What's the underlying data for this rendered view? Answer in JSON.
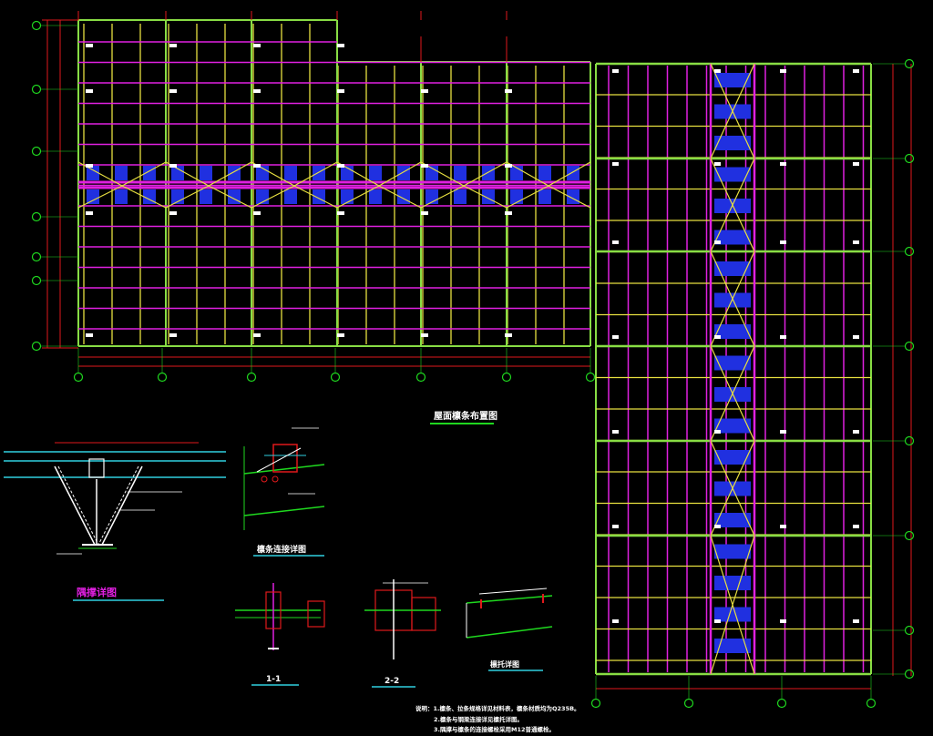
{
  "colors": {
    "background": "#000000",
    "axis_green": "#1fd81f",
    "dimension_red": "#e0191b",
    "purlin_magenta": "#e020e0",
    "rafter_yellow": "#e8e040",
    "beam_green": "#88dd44",
    "brace_blue": "#2030e0",
    "detail_cyan": "#30d0e0",
    "text_white": "#ffffff"
  },
  "icons": {
    "axis_bubble": "axis-bubble-icon",
    "section_marker": "section-marker-icon"
  },
  "titles": {
    "main_plan": "屋面檩条布置图",
    "detail_brace": "隅撑详图",
    "detail_b": "檩条连接详图",
    "detail_c": "1-1",
    "detail_d": "2-2",
    "detail_e": "檩托详图"
  },
  "notes": [
    "说明：1.檩条、拉条规格详见材料表，檩条材质均为Q235B。",
    "2.檩条与钢梁连接详见檩托详图。",
    "3.隅撑与檩条的连接螺栓采用M12普通螺栓。"
  ]
}
